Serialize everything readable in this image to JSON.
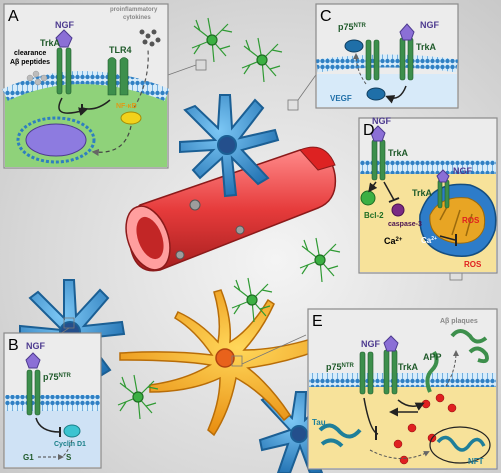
{
  "panels": {
    "A": {
      "letter": "A",
      "ngf": "NGF",
      "trka": "TrkA",
      "tlr4": "TLR4",
      "clearance": "clearance",
      "abeta_peptides": "Aβ peptides",
      "proinflammatory": "proinflammatory",
      "cytokines": "cytokines",
      "nfkb": "NF-κB"
    },
    "B": {
      "letter": "B",
      "ngf": "NGF",
      "p75_base": "p75",
      "p75_sup": "NTR",
      "cyclin": "Cyclin D1",
      "g1": "G1",
      "s": "S"
    },
    "C": {
      "letter": "C",
      "ngf": "NGF",
      "p75_base": "p75",
      "p75_sup": "NTR",
      "trka": "TrkA",
      "vegf": "VEGF"
    },
    "D": {
      "letter": "D",
      "ngf": "NGF",
      "trka": "TrkA",
      "ngf2": "NGF",
      "trka2": "TrkA",
      "bcl2": "Bcl-2",
      "caspase": "caspase-3",
      "ca_base": "Ca",
      "ca_sup": "2+",
      "ca2_base": "Ca",
      "ca2_sup": "2+",
      "ros": "ROS",
      "ros2": "ROS"
    },
    "E": {
      "letter": "E",
      "ngf": "NGF",
      "p75_base": "p75",
      "p75_sup": "NTR",
      "trka": "TrkA",
      "app": "APP",
      "plaques": "Aβ plaques",
      "tau": "Tau",
      "nft": "NFT"
    }
  },
  "colors": {
    "membrane": "#3a8fd0",
    "receptor": "#3d8f4c",
    "ngf": "#8b6fd6",
    "astrocyte": "#2e86c8",
    "microglia": "#2f9a33",
    "neuron": "#f1a51b",
    "vessel": "#e63b3b",
    "ros": "#e02020",
    "panel_bg": "#e9e9e9"
  },
  "icons": [
    "astrocyte-icon",
    "microglia-icon",
    "neuron-icon",
    "blood-vessel-icon",
    "mitochondrion-icon",
    "nucleus-icon"
  ]
}
